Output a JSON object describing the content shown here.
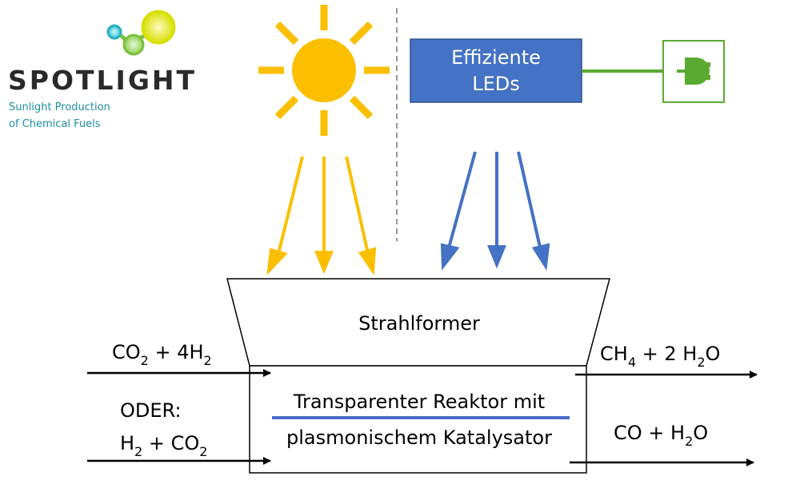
{
  "logo": {
    "name": "SPOTLIGHT",
    "tagline_line1": "Sunlight Production",
    "tagline_line2": "of Chemical Fuels"
  },
  "led_box": {
    "line1": "Effiziente",
    "line2": "LEDs",
    "fill": "#4472c4",
    "icon": "plug-icon"
  },
  "beam_former": {
    "label": "Strahlformer"
  },
  "reactor": {
    "line1": "Transparenter Reaktor mit",
    "line2": "plasmonischem Katalysator"
  },
  "inputs": {
    "top": {
      "a": "CO",
      "a_sub": "2",
      "b": " + 4H",
      "b_sub": "2"
    },
    "oder": "ODER:",
    "bottom": {
      "a": "H",
      "a_sub": "2",
      "b": " + CO",
      "b_sub": "2"
    }
  },
  "outputs": {
    "top": {
      "a": "CH",
      "a_sub": "4",
      "b": " + 2 H",
      "b_sub": "2",
      "c": "O"
    },
    "bottom": {
      "a": "CO + H",
      "a_sub": "2",
      "b": "O"
    }
  },
  "colors": {
    "sun": "#fbbf00",
    "led_arrows": "#4472c4",
    "plug_green": "#5aaa32",
    "underline": "#4a6ac8",
    "logo_teal": "#1a8fa0"
  }
}
